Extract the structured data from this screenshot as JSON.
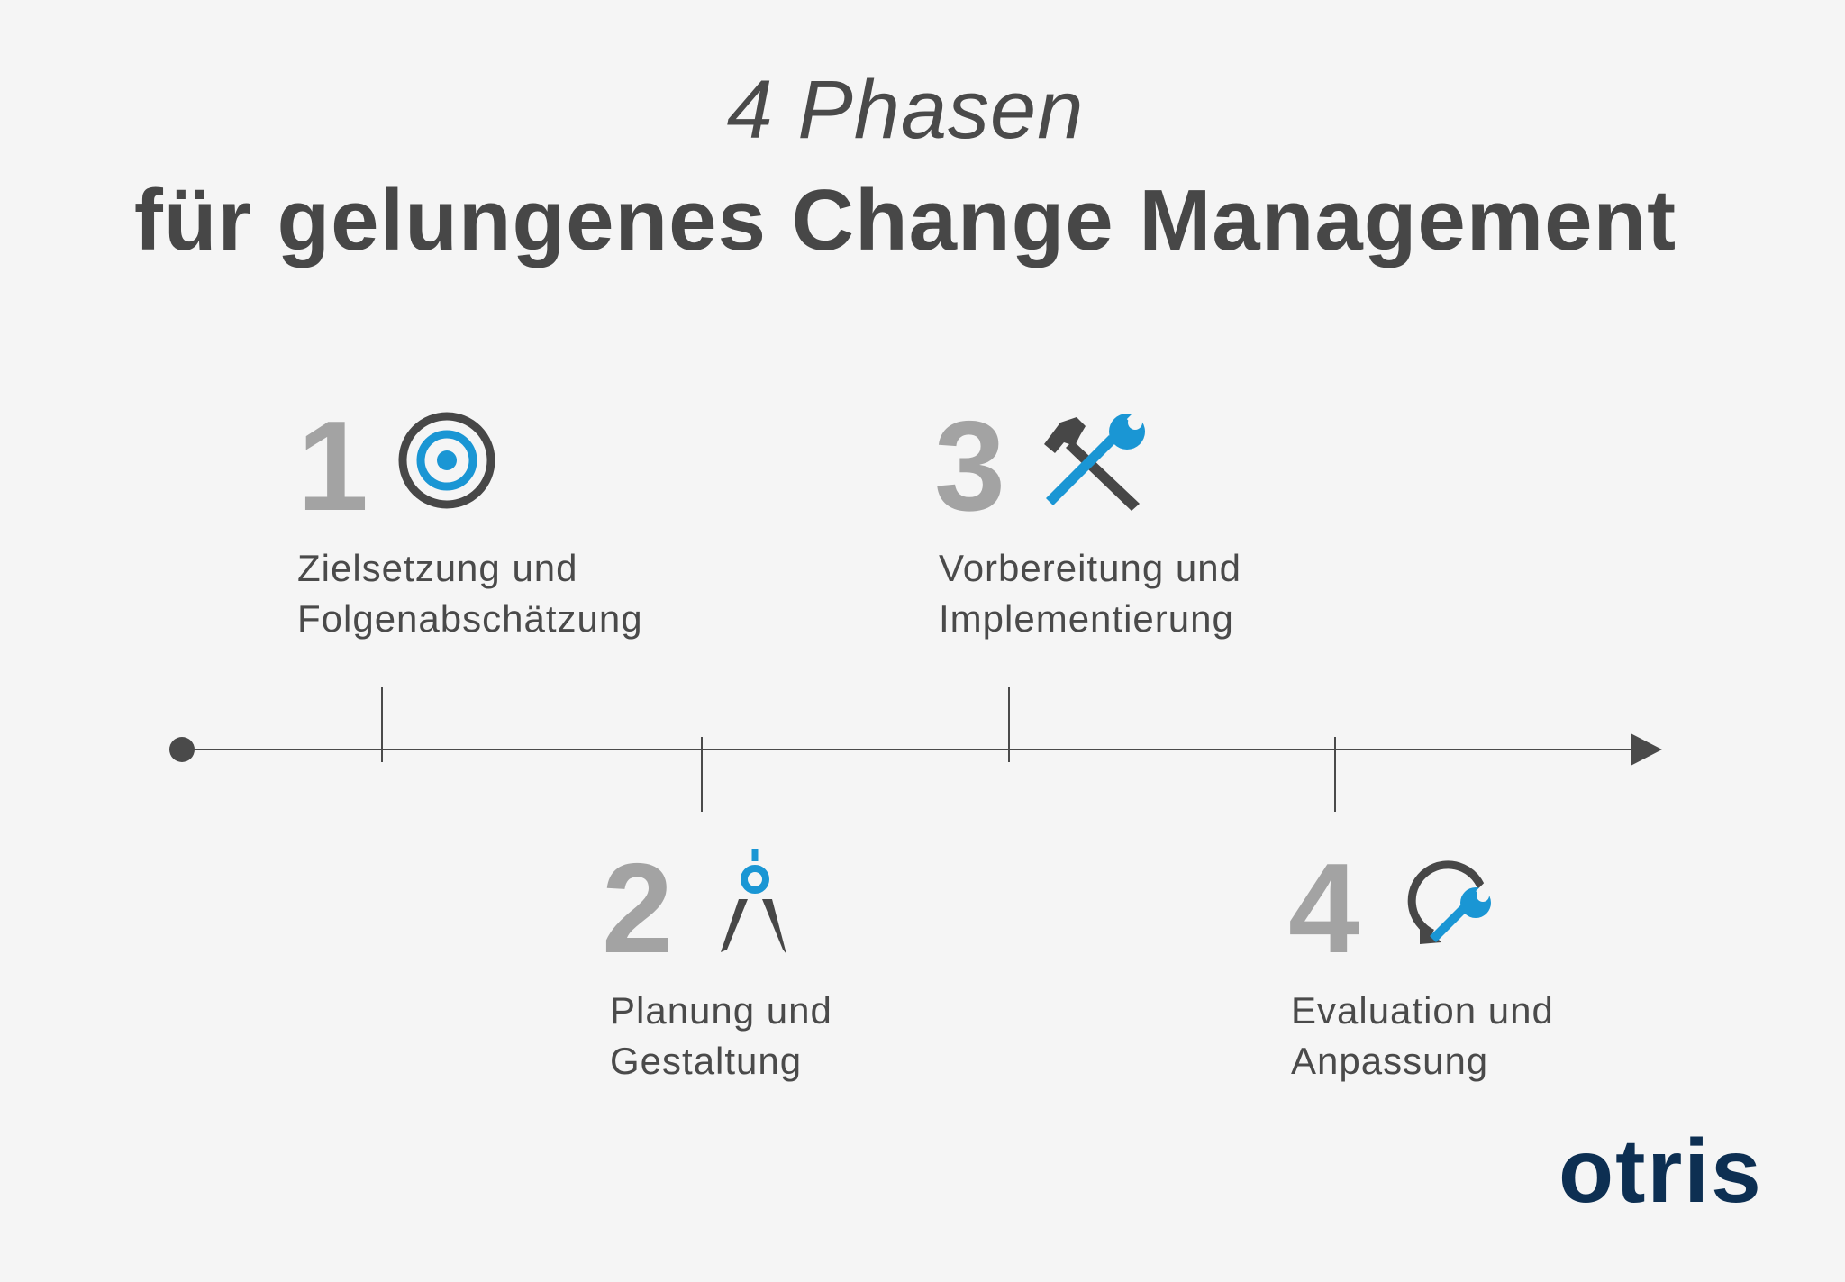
{
  "header": {
    "subtitle": "4 Phasen",
    "title": "für gelungenes Change Management"
  },
  "phases": [
    {
      "number": "1",
      "label_line1": "Zielsetzung und",
      "label_line2": "Folgenabschätzung",
      "icon": "target-icon"
    },
    {
      "number": "2",
      "label_line1": "Planung und",
      "label_line2": "Gestaltung",
      "icon": "compass-icon"
    },
    {
      "number": "3",
      "label_line1": "Vorbereitung und",
      "label_line2": "Implementierung",
      "icon": "hammer-wrench-icon"
    },
    {
      "number": "4",
      "label_line1": "Evaluation und",
      "label_line2": "Anpassung",
      "icon": "refresh-wrench-icon"
    }
  ],
  "logo": {
    "text": "otris"
  },
  "colors": {
    "background": "#f5f5f5",
    "text": "#4a4a4a",
    "number": "#a3a3a3",
    "accent_blue": "#1a96d4",
    "icon_dark": "#474747",
    "logo": "#0d2f52"
  }
}
